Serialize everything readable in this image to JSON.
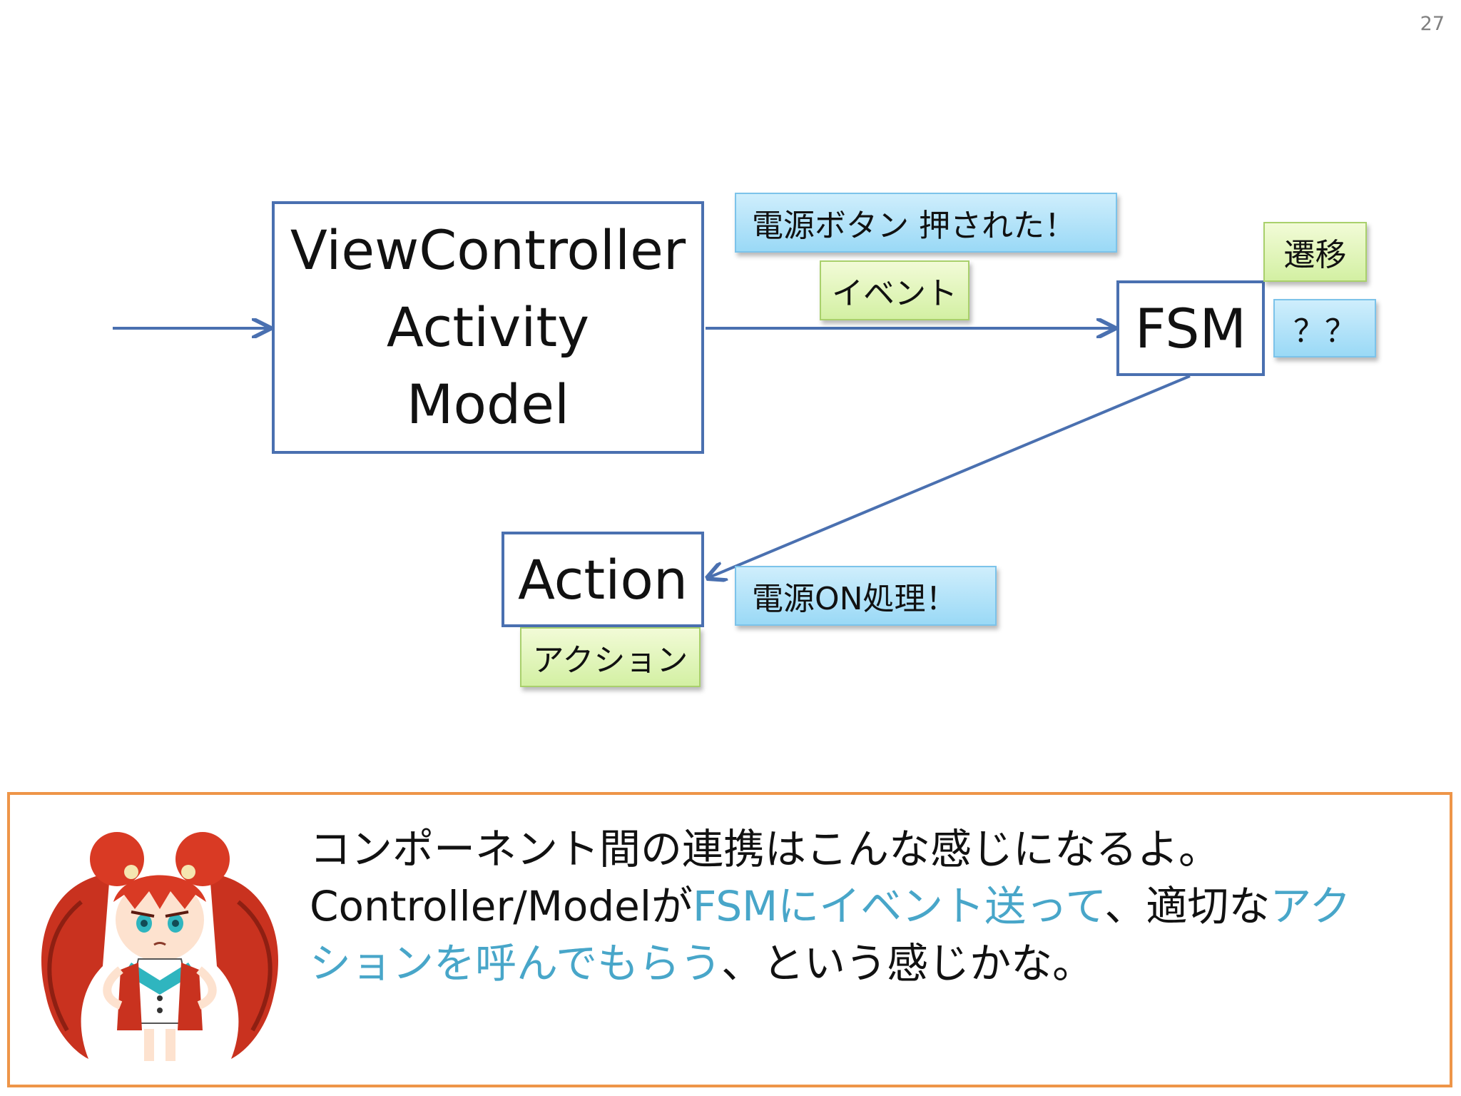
{
  "slide": {
    "page_number": "27"
  },
  "diagram": {
    "nodes": {
      "view_controller": [
        "ViewController",
        "Activity",
        "Model"
      ],
      "fsm": "FSM",
      "action": "Action"
    },
    "tags": {
      "power_button_pressed": "電源ボタン 押された！",
      "event": "イベント",
      "transition": "遷移",
      "unknown": "？？",
      "power_on_process": "電源ON処理！",
      "action": "アクション"
    }
  },
  "note": {
    "line1": "コンポーネント間の連携はこんな感じになるよ。",
    "line2": [
      {
        "text": "Controller/Modelが",
        "highlight": false
      },
      {
        "text": "FSMにイベント送って",
        "highlight": true
      },
      {
        "text": "、適切な",
        "highlight": false
      },
      {
        "text": "アク",
        "highlight": true
      }
    ],
    "line3": [
      {
        "text": "ションを呼んでもらう",
        "highlight": true
      },
      {
        "text": "、という感じかな。",
        "highlight": false
      }
    ]
  },
  "colors": {
    "box_border": "#4a70b0",
    "arrow": "#4a70b0",
    "note_border": "#ee9548",
    "highlight_text": "#48a6c9",
    "tag_blue": "#b5e3f8",
    "tag_green": "#e2f5bd"
  },
  "icons": {
    "mascot": "mascot-character-illustration"
  }
}
